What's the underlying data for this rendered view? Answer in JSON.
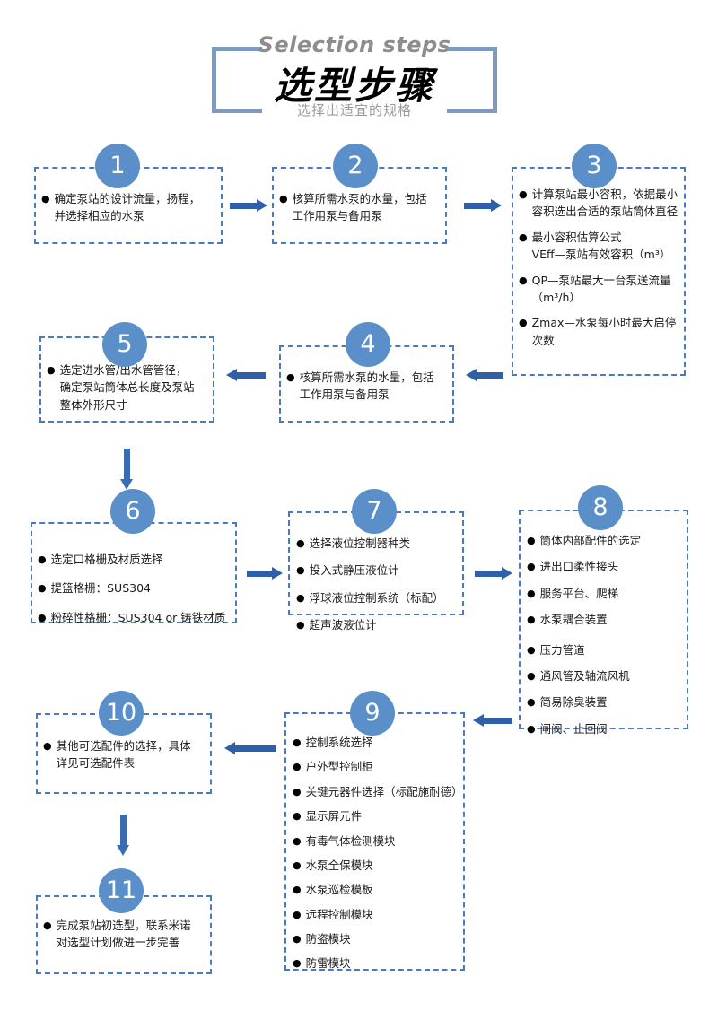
{
  "header": {
    "eyebrow": "Selection steps",
    "title": "选型步骤",
    "subtitle": "选择出适宜的规格"
  },
  "colors": {
    "circle": "#5b8fc9",
    "box_border": "#4a7bbf",
    "arrow": "#2e5fa8",
    "bracket": "#7e9bbf",
    "eyebrow_text": "#8d8d8d",
    "subtitle_text": "#9a9a9a"
  },
  "steps": [
    {
      "number": "1",
      "bullets": [
        "确定泵站的设计流量，扬程，\n并选择相应的水泵"
      ]
    },
    {
      "number": "2",
      "bullets": [
        "核算所需水泵的水量，包括\n工作用泵与备用泵"
      ]
    },
    {
      "number": "3",
      "bullets": [
        "计算泵站最小容积，依据最小\n容积选出合适的泵站筒体直径",
        "最小容积估算公式\nVEff—泵站有效容积（m³）",
        "QP—泵站最大一台泵送流量\n（m³/h）",
        "Zmax—水泵每小时最大启停\n次数"
      ]
    },
    {
      "number": "4",
      "bullets": [
        "核算所需水泵的水量，包括\n工作用泵与备用泵"
      ]
    },
    {
      "number": "5",
      "bullets": [
        "选定进水管/出水管管径，\n确定泵站筒体总长度及泵站\n整体外形尺寸"
      ]
    },
    {
      "number": "6",
      "bullets": [
        "选定口格栅及材质选择",
        "提篮格栅：SUS304",
        "粉碎性格栅：SUS304 or 铸铁材质"
      ]
    },
    {
      "number": "7",
      "bullets": [
        "选择液位控制器种类",
        "投入式静压液位计",
        "浮球液位控制系统（标配）",
        "超声波液位计"
      ]
    },
    {
      "number": "8",
      "bullets": [
        "筒体内部配件的选定",
        "进出口柔性接头",
        "服务平台、爬梯",
        "水泵耦合装置",
        "压力管道",
        "通风管及轴流风机",
        "简易除臭装置",
        "闸阀、止回阀"
      ]
    },
    {
      "number": "9",
      "bullets": [
        "控制系统选择",
        "户外型控制柜",
        "关键元器件选择（标配施耐德）",
        "显示屏元件",
        "有毒气体检测模块",
        "水泵全保模块",
        "水泵巡检模板",
        "远程控制模块",
        "防盗模块",
        "防雷模块"
      ]
    },
    {
      "number": "10",
      "bullets": [
        "其他可选配件的选择，具体\n详见可选配件表"
      ]
    },
    {
      "number": "11",
      "bullets": [
        "完成泵站初选型，联系米诺\n对选型计划做进一步完善"
      ]
    }
  ],
  "connectors": [
    {
      "name": "arrow-step1-to-step2",
      "direction": "right"
    },
    {
      "name": "arrow-step2-to-step3",
      "direction": "right"
    },
    {
      "name": "arrow-step3-to-step4",
      "direction": "left"
    },
    {
      "name": "arrow-step4-to-step5",
      "direction": "left"
    },
    {
      "name": "arrow-step5-to-step6",
      "direction": "down"
    },
    {
      "name": "arrow-step6-to-step7",
      "direction": "right"
    },
    {
      "name": "arrow-step7-to-step8",
      "direction": "right"
    },
    {
      "name": "arrow-step8-to-step9",
      "direction": "left"
    },
    {
      "name": "arrow-step9-to-step10",
      "direction": "left"
    },
    {
      "name": "arrow-step10-to-step11",
      "direction": "down"
    }
  ]
}
